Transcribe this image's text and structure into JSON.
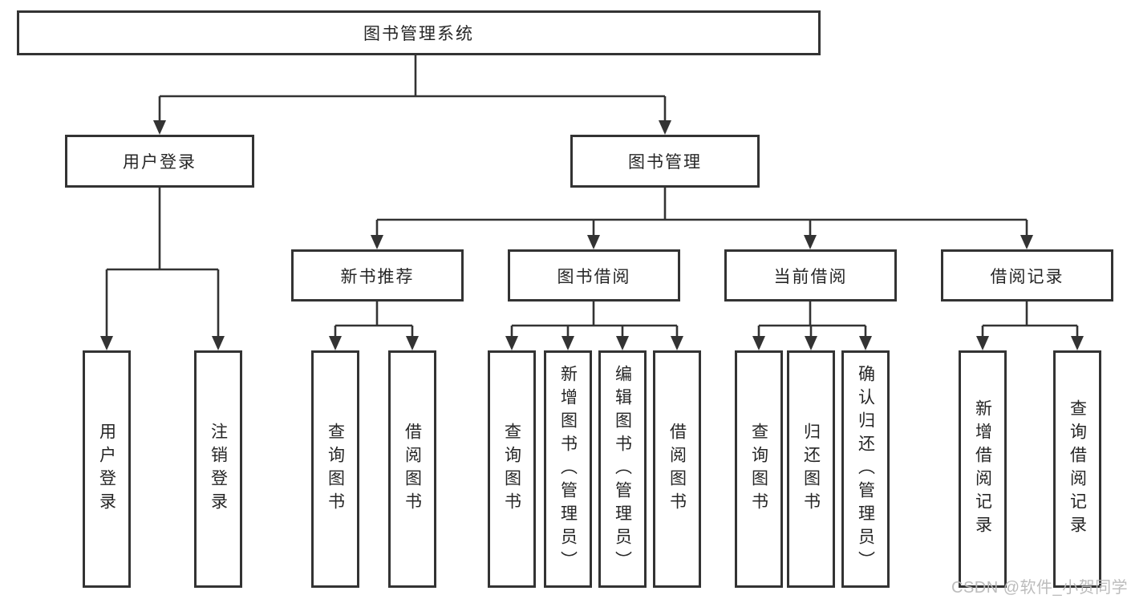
{
  "diagram": {
    "tree": {
      "label": "图书管理系统",
      "children": [
        {
          "label": "用户登录",
          "children": [
            {
              "label": "用户登录"
            },
            {
              "label": "注销登录"
            }
          ]
        },
        {
          "label": "图书管理",
          "children": [
            {
              "label": "新书推荐",
              "children": [
                {
                  "label": "查询图书"
                },
                {
                  "label": "借阅图书"
                }
              ]
            },
            {
              "label": "图书借阅",
              "children": [
                {
                  "label": "查询图书"
                },
                {
                  "label": "新增图书（管理员）"
                },
                {
                  "label": "编辑图书（管理员）"
                },
                {
                  "label": "借阅图书"
                }
              ]
            },
            {
              "label": "当前借阅",
              "children": [
                {
                  "label": "查询图书"
                },
                {
                  "label": "归还图书"
                },
                {
                  "label": "确认归还（管理员）"
                }
              ]
            },
            {
              "label": "借阅记录",
              "children": [
                {
                  "label": "新增借阅记录"
                },
                {
                  "label": "查询借阅记录"
                }
              ]
            }
          ]
        }
      ]
    },
    "colors": {
      "line": "#333333",
      "text": "#262626",
      "watermark": "#b9b9b9",
      "background": "#ffffff"
    }
  },
  "watermark": "CSDN @软件_小贺同学"
}
